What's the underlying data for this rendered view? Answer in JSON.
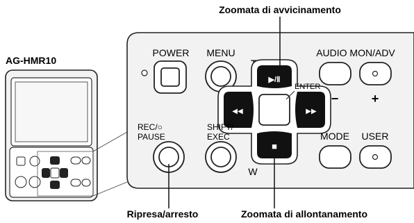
{
  "callouts": {
    "zoom_in": "Zoomata di avvicinamento",
    "rec_pause": "Ripresa/arresto",
    "zoom_out": "Zoomata di allontanamento"
  },
  "device": {
    "model": "AG-HMR10"
  },
  "panel": {
    "power": "POWER",
    "menu": "MENU",
    "audio_mon_adv": "AUDIO MON/ADV",
    "minus": "−",
    "plus": "+",
    "t": "T",
    "w": "W",
    "enter": "ENTER",
    "play_pause": "▶/Ⅱ",
    "rewind": "◀◀",
    "fast_forward": "▶▶",
    "stop": "■",
    "rec": "REC/○",
    "pause": "PAUSE",
    "shift": "SHIFT/",
    "exec": "EXEC",
    "mode": "MODE",
    "user": "USER"
  }
}
